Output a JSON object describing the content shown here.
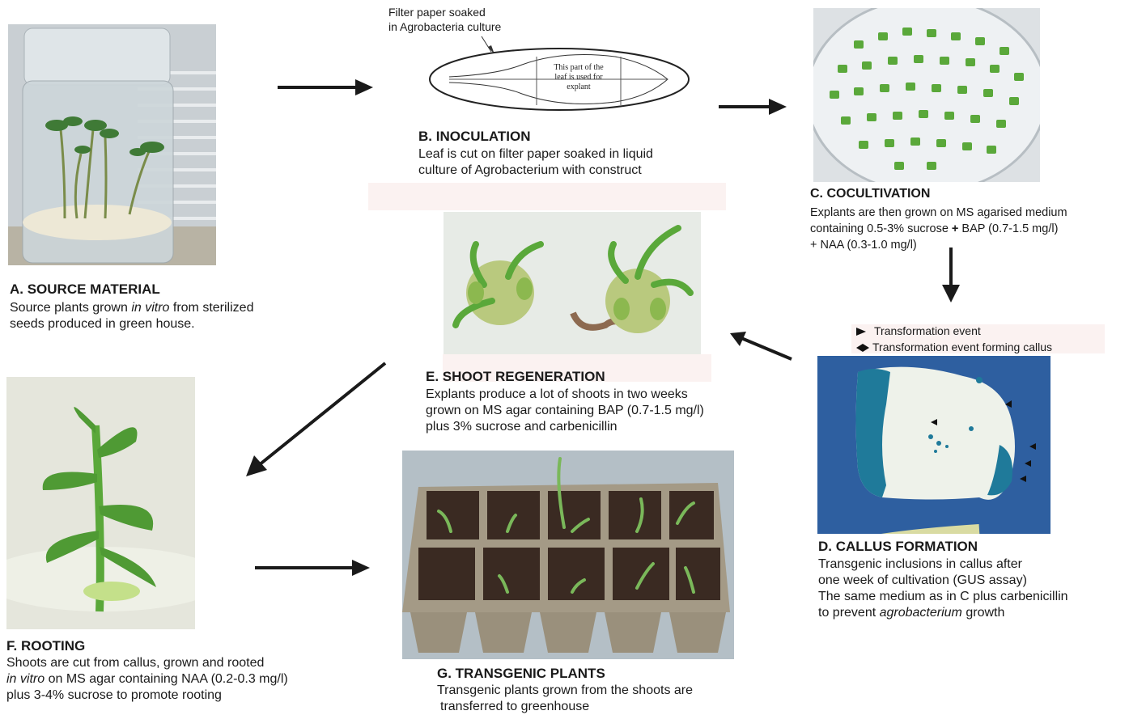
{
  "steps": {
    "a": {
      "title": "A. SOURCE MATERIAL",
      "line1_pre": "Source plants grown ",
      "line1_em": "in vitro",
      "line1_post": " from sterilized",
      "line2": "seeds produced in green house."
    },
    "b": {
      "callout_line1": "Filter paper soaked",
      "callout_line2": "in Agrobacteria culture",
      "leaf_label_1": "This part of the",
      "leaf_label_2": "leaf is used for",
      "leaf_label_3": "explant",
      "title": "B. INOCULATION",
      "line1": "Leaf is cut on filter paper soaked in liquid",
      "line2": "culture of Agrobacterium with construct"
    },
    "c": {
      "title": "C. COCULTIVATION",
      "line1": "Explants are then grown on MS agarised medium",
      "line2_pre": "containing 0.5-3% sucrose ",
      "line2_plus": "+",
      "line2_post": " BAP (0.7-1.5 mg/l)",
      "line3": "+ NAA (0.3-1.0 mg/l)"
    },
    "d": {
      "legend_1": "Transformation event",
      "legend_2": "Transformation event forming callus",
      "title": "D. CALLUS FORMATION",
      "line1": "Transgenic inclusions in callus after",
      "line2": "one week of cultivation (GUS assay)",
      "line3": "The same medium as in C plus carbenicillin",
      "line4_pre": "to prevent ",
      "line4_em": "agrobacterium",
      "line4_post": " growth"
    },
    "e": {
      "title": "E. SHOOT REGENERATION",
      "line1": "Explants produce a lot of shoots in two weeks",
      "line2": "grown on MS agar containing BAP (0.7-1.5 mg/l)",
      "line3": "plus 3% sucrose and carbenicillin"
    },
    "f": {
      "title": "F. ROOTING",
      "line1": "Shoots are cut from callus, grown and rooted",
      "line2_em": "in vitro",
      "line2_post": " on MS agar containing NAA (0.2-0.3 mg/l)",
      "line3": "plus 3-4% sucrose to promote rooting"
    },
    "g": {
      "title": "G. TRANSGENIC PLANTS",
      "line1": "Transgenic plants grown from the shoots are",
      "line2": "transferred to greenhouse"
    }
  },
  "colors": {
    "plant_green": "#5aa83a",
    "gus_blue": "#1f7a9a",
    "soil": "#3a2a22",
    "tray": "#a49a86",
    "highlight_box": "#fbf2f1"
  }
}
